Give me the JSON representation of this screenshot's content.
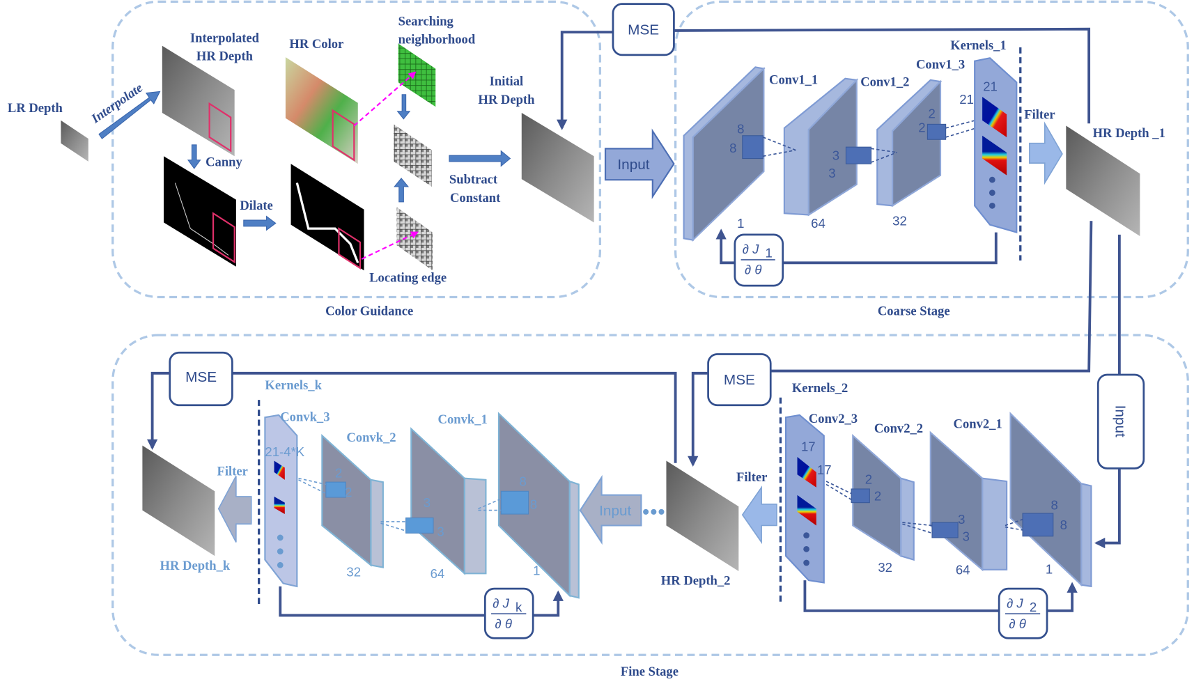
{
  "color_guidance": {
    "title": "Color Guidance",
    "lr_depth": "LR Depth",
    "interpolate": "Interpolate",
    "interpolated": [
      "Interpolated",
      "HR Depth"
    ],
    "hr_color": "HR Color",
    "searching": [
      "Searching",
      "neighborhood"
    ],
    "canny": "Canny",
    "dilate": "Dilate",
    "locating_edge": "Locating edge",
    "initial": [
      "Initial",
      "HR Depth"
    ],
    "subtract": [
      "Subtract",
      "Constant"
    ]
  },
  "coarse_stage": {
    "title": "Coarse  Stage",
    "mse": "MSE",
    "input": "Input",
    "conv1_1": "Conv1_1",
    "conv1_2": "Conv1_2",
    "conv1_3": "Conv1_3",
    "kernels": "Kernels_1",
    "filter": "Filter",
    "hr_depth": "HR Depth _1",
    "gradient": {
      "num": "∂ J",
      "sub": "1",
      "den": "∂ θ"
    },
    "numbers": {
      "k1a": "8",
      "k1b": "8",
      "k2a": "3",
      "k2b": "3",
      "k3a": "2",
      "k3b": "2",
      "k4a": "21",
      "k4b": "21",
      "c1": "1",
      "c2": "64",
      "c3": "32"
    }
  },
  "fine_stage": {
    "title": "Fine Stage",
    "stage2": {
      "mse": "MSE",
      "input": "Input",
      "conv2_1": "Conv2_1",
      "conv2_2": "Conv2_2",
      "conv2_3": "Conv2_3",
      "kernels": "Kernels_2",
      "filter": "Filter",
      "hr_depth": "HR Depth_2",
      "gradient": {
        "num": "∂ J",
        "sub": "2",
        "den": "∂ θ"
      },
      "numbers": {
        "k1a": "8",
        "k1b": "8",
        "k2a": "3",
        "k2b": "3",
        "k3a": "2",
        "k3b": "2",
        "k4a": "17",
        "k4b": "17",
        "c1": "1",
        "c2": "64",
        "c3": "32"
      }
    },
    "stagek": {
      "mse": "MSE",
      "input": "Input",
      "convk_1": "Convk_1",
      "convk_2": "Convk_2",
      "convk_3": "Convk_3",
      "kernels": "Kernels_k",
      "filter": "Filter",
      "hr_depth": "HR Depth_k",
      "gradient": {
        "num": "∂ J",
        "sub": "k",
        "den": "∂ θ"
      },
      "numbers": {
        "k1a": "8",
        "k1b": "8",
        "k2a": "3",
        "k2b": "3",
        "k3a": "2",
        "k3b": "2",
        "k4": "21-4*K",
        "c1": "1",
        "c2": "64",
        "c3": "32"
      }
    }
  },
  "colors": {
    "label": "#2f4b8c",
    "label_light": "#6a9bd0",
    "stage_border": "#aec8e6",
    "wire": "#3f5490",
    "highlight": "#ff00ff"
  }
}
